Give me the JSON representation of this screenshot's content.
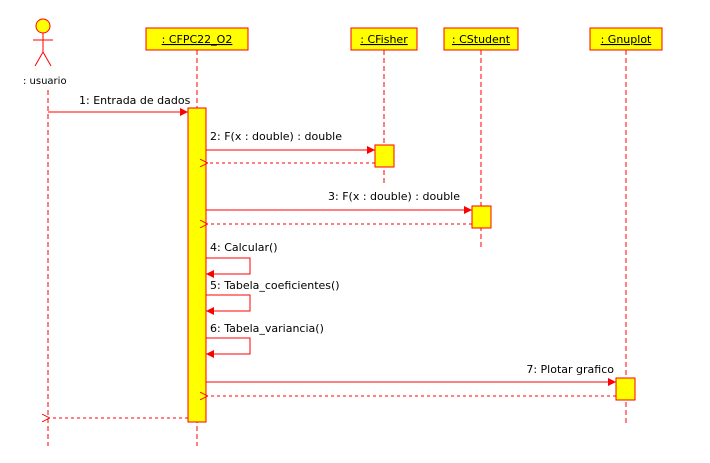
{
  "colors": {
    "box_fill": "#ffff00",
    "line": "#ff0000",
    "text": "#000000",
    "background": "#ffffff"
  },
  "actor": {
    "label": ": usuario"
  },
  "objects": [
    {
      "id": "cfpc",
      "label": ": CFPC22_O2"
    },
    {
      "id": "cfisher",
      "label": ": CFisher"
    },
    {
      "id": "cstudent",
      "label": ": CStudent"
    },
    {
      "id": "gnuplot",
      "label": ": Gnuplot"
    }
  ],
  "messages": [
    {
      "label": "1: Entrada de dados",
      "from": "usuario",
      "to": "cfpc"
    },
    {
      "label": "2: F(x : double) : double",
      "from": "cfpc",
      "to": "cfisher"
    },
    {
      "label": "3: F(x : double) : double",
      "from": "cfpc",
      "to": "cstudent"
    },
    {
      "label": "4: Calcular()",
      "from": "cfpc",
      "to": "cfpc"
    },
    {
      "label": "5: Tabela_coeficientes()",
      "from": "cfpc",
      "to": "cfpc"
    },
    {
      "label": "6: Tabela_variancia()",
      "from": "cfpc",
      "to": "cfpc"
    },
    {
      "label": "7: Plotar grafico",
      "from": "cfpc",
      "to": "gnuplot"
    }
  ]
}
